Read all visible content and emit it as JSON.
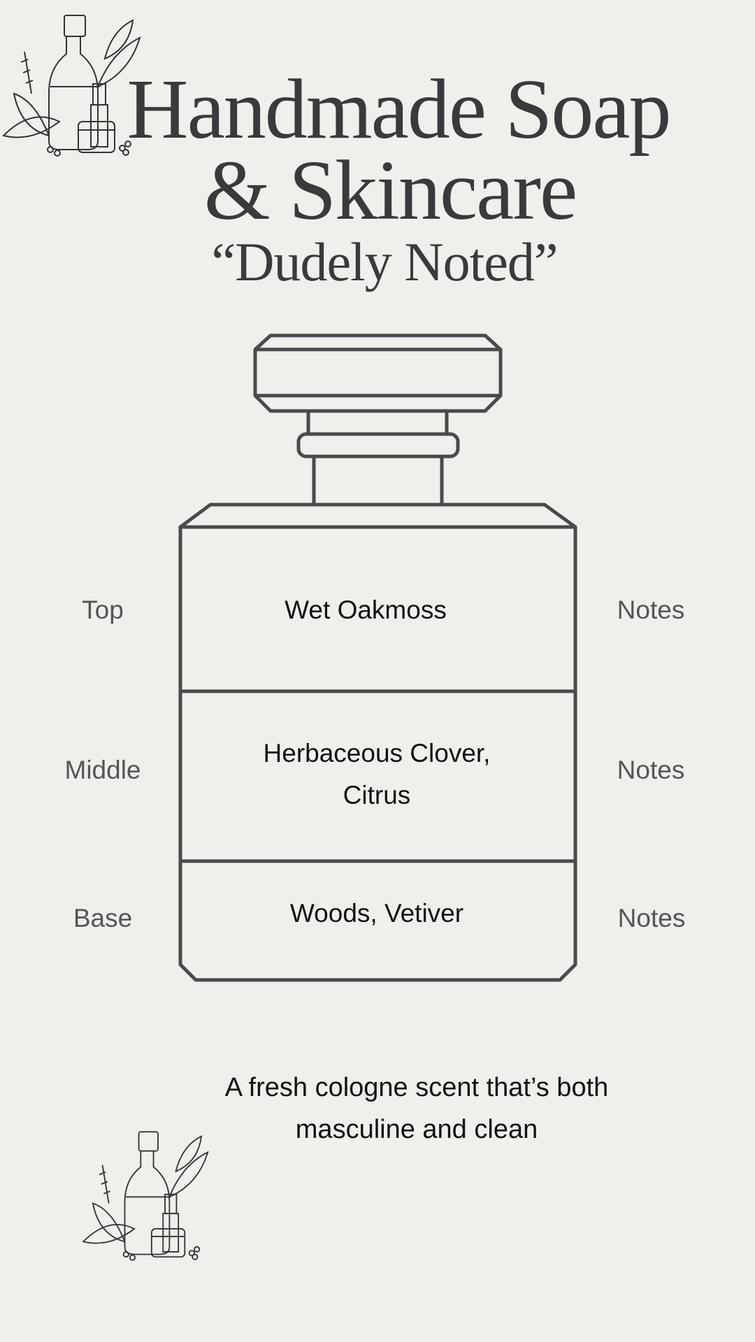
{
  "header": {
    "title_line1": "Handmade Soap",
    "title_line2": "& Skincare",
    "subtitle": "“Dudely  Noted”"
  },
  "notes": [
    {
      "tier": "Top",
      "suffix": "Notes",
      "lines": [
        "Wet Oakmoss"
      ]
    },
    {
      "tier": "Middle",
      "suffix": "Notes",
      "lines": [
        "Herbaceous Clover,",
        "Citrus"
      ]
    },
    {
      "tier": "Base",
      "suffix": "Notes",
      "lines": [
        "Woods, Vetiver"
      ]
    }
  ],
  "description": {
    "line1": "A fresh cologne scent that’s both",
    "line2": "masculine and clean"
  },
  "colors": {
    "background": "#eef0eb",
    "stroke": "#4a4a4a",
    "text": "#111111"
  }
}
